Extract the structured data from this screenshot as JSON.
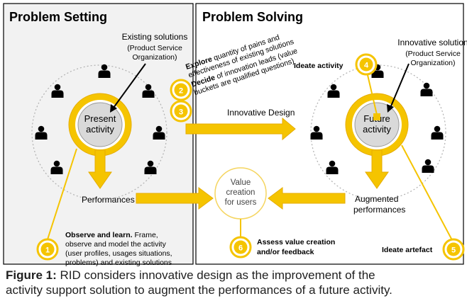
{
  "left_panel": {
    "title": "Problem Setting",
    "existing_solutions": [
      "Existing solutions",
      "(Product Service",
      "Organization)"
    ],
    "center_label": [
      "Present",
      "activity"
    ],
    "output_label": "Performances",
    "step1_title": "Observe and learn.",
    "step1_rest_first": " Frame,",
    "step1_lines": [
      "observe and model the activity",
      "(user profiles, usages situations,",
      "problems) and existing solutions"
    ]
  },
  "right_panel": {
    "title": "Problem Solving",
    "ideate_activity": "Ideate activity",
    "innovative_solution": [
      "Innovative solution",
      "(Product Service",
      "Organization)"
    ],
    "center_label": [
      "Future",
      "activity"
    ],
    "output_label": [
      "Augmented",
      "performances"
    ],
    "ideate_artefact": "Ideate artefact"
  },
  "middle": {
    "explore_bold": "Explore",
    "explore_rest": " quantity of pains and",
    "explore_line2": "effectiveness of existing solutions",
    "decide_bold": "Decide",
    "decide_rest": " of innovation leads (value",
    "decide_line2": "buckets are qualified questions)",
    "innovative_design": "Innovative Design",
    "value_creation": [
      "Value",
      "creation",
      "for users"
    ],
    "assess_lines": [
      "Assess value creation",
      "and/or feedback"
    ]
  },
  "steps": [
    "1",
    "2",
    "3",
    "4",
    "5",
    "6"
  ],
  "colors": {
    "gold": "#f5c400",
    "gold_dark": "#e6ad00",
    "gray": "#d9d9d9",
    "panel_bg": "#f2f2f2"
  },
  "icons": [
    "person-icon"
  ],
  "caption": {
    "label": "Figure 1:",
    "text_line1": " RID considers innovative design as the improvement of the",
    "text_line2": "activity support solution to augment the performances of a future activity."
  }
}
